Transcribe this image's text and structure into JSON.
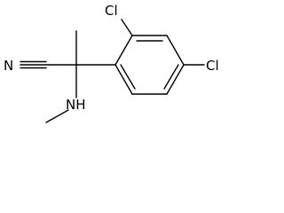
{
  "molecule": {
    "atoms": {
      "cl_ortho": "Cl",
      "cl_para": "Cl",
      "nitrile_n": "N",
      "amine_nh": "NH"
    }
  },
  "colors": {
    "background": "#ffffff",
    "bond": "#000000",
    "text": "#000000"
  }
}
